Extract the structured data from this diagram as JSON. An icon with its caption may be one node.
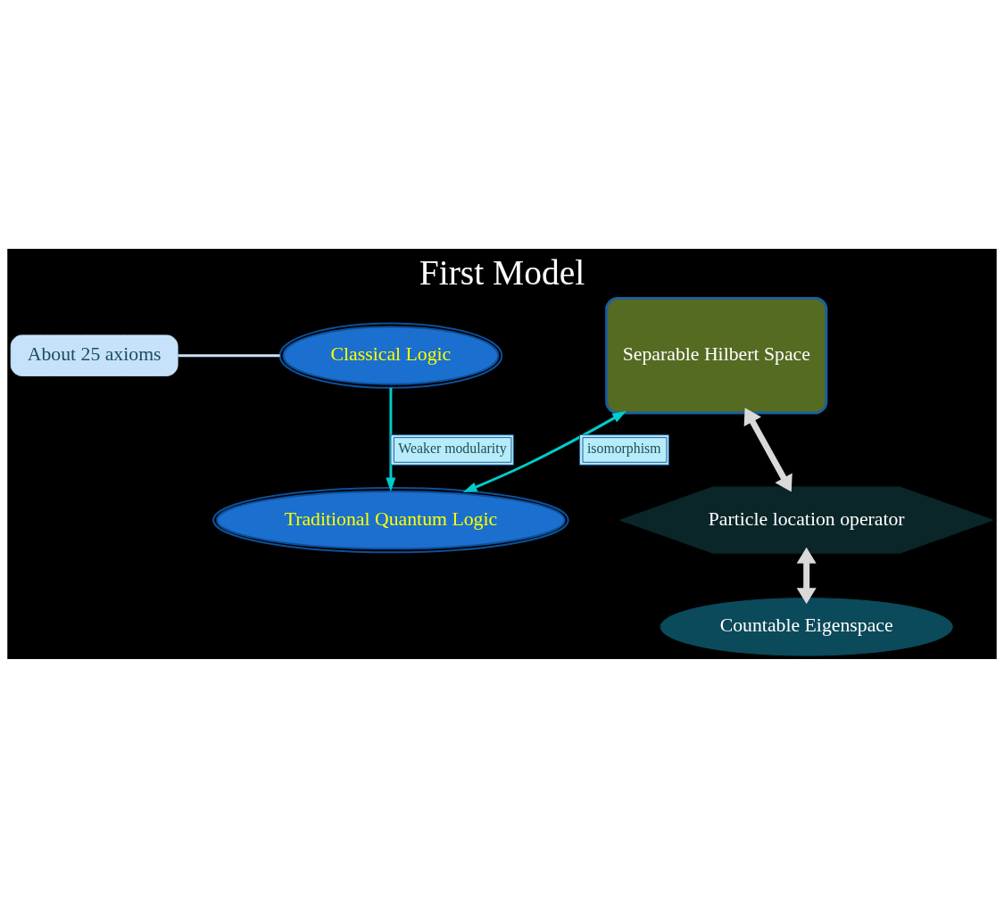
{
  "diagram": {
    "title": "First Model",
    "nodes": [
      {
        "text": [
          "Classical Logic"
        ]
      },
      {
        "text": [
          "About 25 axioms"
        ]
      },
      {
        "text": [
          "Separable Hilbert Space"
        ]
      },
      {
        "text": [
          "Traditional Quantum Logic"
        ]
      },
      {
        "text": [
          "Particle location operator"
        ]
      },
      {
        "text": [
          "Countable Eigenspace"
        ]
      }
    ],
    "edges": [
      {
        "from": 1,
        "to": 0,
        "arrow": "none",
        "color": "#c6e2fa"
      },
      {
        "from": 0,
        "to": 3,
        "arrow": "to",
        "label": "Weaker modularity"
      },
      {
        "from": 2,
        "to": 3,
        "arrow": "both",
        "label": "isomorphism"
      },
      {
        "from": 2,
        "to": 4,
        "arrow": "both",
        "style": "thick",
        "color": "#d9d9d9"
      },
      {
        "from": 4,
        "to": 5,
        "arrow": "both",
        "style": "thick",
        "color": "#d9d9d9"
      }
    ]
  }
}
